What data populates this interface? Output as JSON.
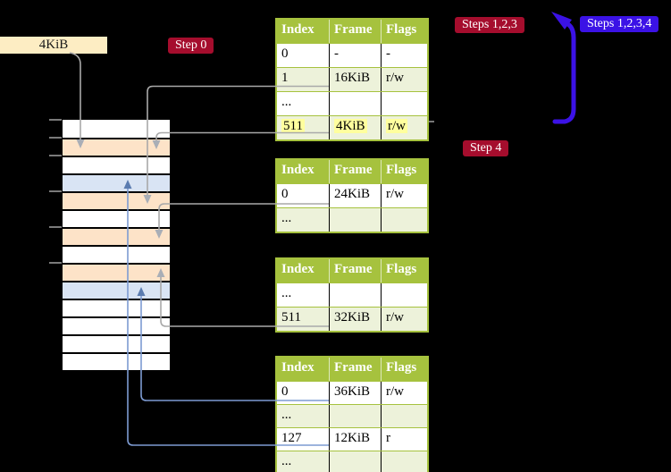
{
  "diagram": {
    "page_size_label": "4KiB",
    "badges": {
      "step0": {
        "text": "Step 0"
      },
      "steps123": {
        "text": "Steps 1,2,3"
      },
      "steps1234": {
        "text": "Steps 1,2,3,4"
      },
      "step4": {
        "text": "Step 4"
      }
    },
    "memory_rows": [
      "free",
      "mapped",
      "free",
      "target",
      "mapped",
      "free",
      "mapped",
      "free",
      "mapped",
      "target",
      "free",
      "free",
      "free",
      "free"
    ],
    "tables": [
      {
        "id": "page-table-1",
        "headers": [
          "Index",
          "Frame",
          "Flags"
        ],
        "rows": [
          {
            "cells": [
              "0",
              "-",
              "-"
            ],
            "shade": false,
            "highlight": false
          },
          {
            "cells": [
              "1",
              "16KiB",
              "r/w"
            ],
            "shade": true,
            "highlight": false
          },
          {
            "cells": [
              "...",
              "",
              ""
            ],
            "shade": false,
            "highlight": false
          },
          {
            "cells": [
              "511",
              "4KiB",
              "r/w"
            ],
            "shade": true,
            "highlight": true
          }
        ]
      },
      {
        "id": "page-table-2",
        "headers": [
          "Index",
          "Frame",
          "Flags"
        ],
        "rows": [
          {
            "cells": [
              "0",
              "24KiB",
              "r/w"
            ],
            "shade": false,
            "highlight": false
          },
          {
            "cells": [
              "...",
              "",
              ""
            ],
            "shade": true,
            "highlight": false
          }
        ]
      },
      {
        "id": "page-table-3",
        "headers": [
          "Index",
          "Frame",
          "Flags"
        ],
        "rows": [
          {
            "cells": [
              "...",
              "",
              ""
            ],
            "shade": false,
            "highlight": false
          },
          {
            "cells": [
              "511",
              "32KiB",
              "r/w"
            ],
            "shade": true,
            "highlight": false
          }
        ]
      },
      {
        "id": "page-table-4",
        "headers": [
          "Index",
          "Frame",
          "Flags"
        ],
        "rows": [
          {
            "cells": [
              "0",
              "36KiB",
              "r/w"
            ],
            "shade": false,
            "highlight": false
          },
          {
            "cells": [
              "...",
              "",
              ""
            ],
            "shade": true,
            "highlight": false
          },
          {
            "cells": [
              "127",
              "12KiB",
              "r"
            ],
            "shade": false,
            "highlight": false
          },
          {
            "cells": [
              "...",
              "",
              ""
            ],
            "shade": true,
            "highlight": false
          }
        ]
      }
    ],
    "colors": {
      "table_green": "#a6c23e",
      "table_row_shade": "#edf2da",
      "cell_highlight": "#ffff9e",
      "memory_free": "#ffffff",
      "memory_mapped": "#fde3c8",
      "memory_target": "#d9e4f4",
      "badge_red": "#a50d2d",
      "badge_blue": "#3b12e6",
      "page_size_box": "#fdedc3",
      "connector_gray": "#a9a9a9",
      "connector_blue": "#7d9bd2",
      "arrowhead_blue": "#5b7cb0",
      "big_arrow_blue": "#3b12e6"
    }
  }
}
